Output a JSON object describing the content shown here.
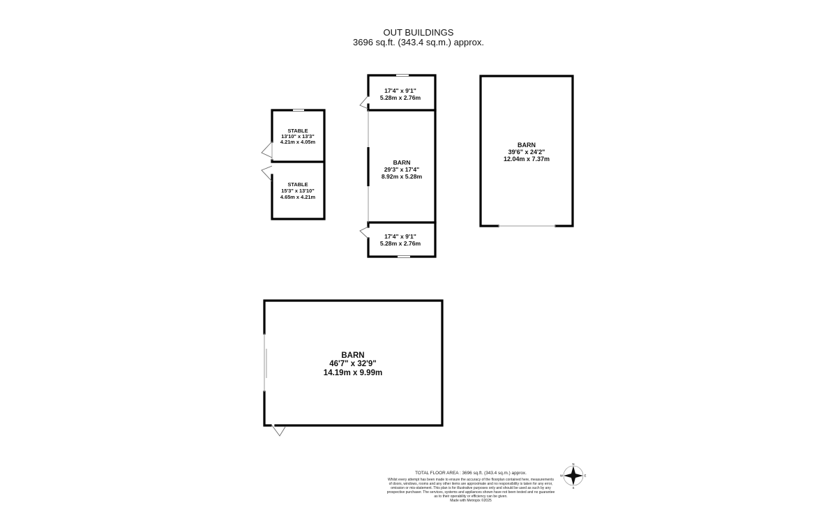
{
  "header": {
    "title": "OUT BUILDINGS",
    "area": "3696 sq.ft. (343.4 sq.m.) approx."
  },
  "rooms": {
    "stable_1": {
      "name": "STABLE",
      "dim_imperial": "13'10\" x 13'3\"",
      "dim_metric": "4.21m x 4.05m"
    },
    "stable_2": {
      "name": "STABLE",
      "dim_imperial": "15'3\" x 13'10\"",
      "dim_metric": "4.65m x 4.21m"
    },
    "store_top": {
      "dim_imperial": "17'4\" x 9'1\"",
      "dim_metric": "5.28m x 2.76m"
    },
    "barn_middle": {
      "name": "BARN",
      "dim_imperial": "29'3\" x 17'4\"",
      "dim_metric": "8.92m x 5.28m"
    },
    "store_bottom": {
      "dim_imperial": "17'4\" x 9'1\"",
      "dim_metric": "5.28m x 2.76m"
    },
    "barn_right": {
      "name": "BARN",
      "dim_imperial": "39'6\" x 24'2\"",
      "dim_metric": "12.04m x 7.37m"
    },
    "barn_large": {
      "name": "BARN",
      "dim_imperial": "46'7\" x 32'9\"",
      "dim_metric": "14.19m x 9.99m"
    }
  },
  "footer": {
    "total": "TOTAL FLOOR AREA : 3696 sq.ft. (343.4 sq.m.) approx.",
    "lines": [
      "Whilst every attempt has been made to ensure the accuracy of the floorplan contained here, measurements",
      "of doors, windows, rooms and any other items are approximate and no responsibility is taken for any error,",
      "omission or mis-statement. This plan is for illustrative purposes only and should be used as such by any",
      "prospective purchaser. The services, systems and appliances shown have not been tested and no guarantee",
      "as to their operability or efficiency can be given.",
      "Made with Metropix ©2025"
    ]
  },
  "compass": {
    "n": "N",
    "s": "S",
    "e": "E",
    "w": "W"
  }
}
